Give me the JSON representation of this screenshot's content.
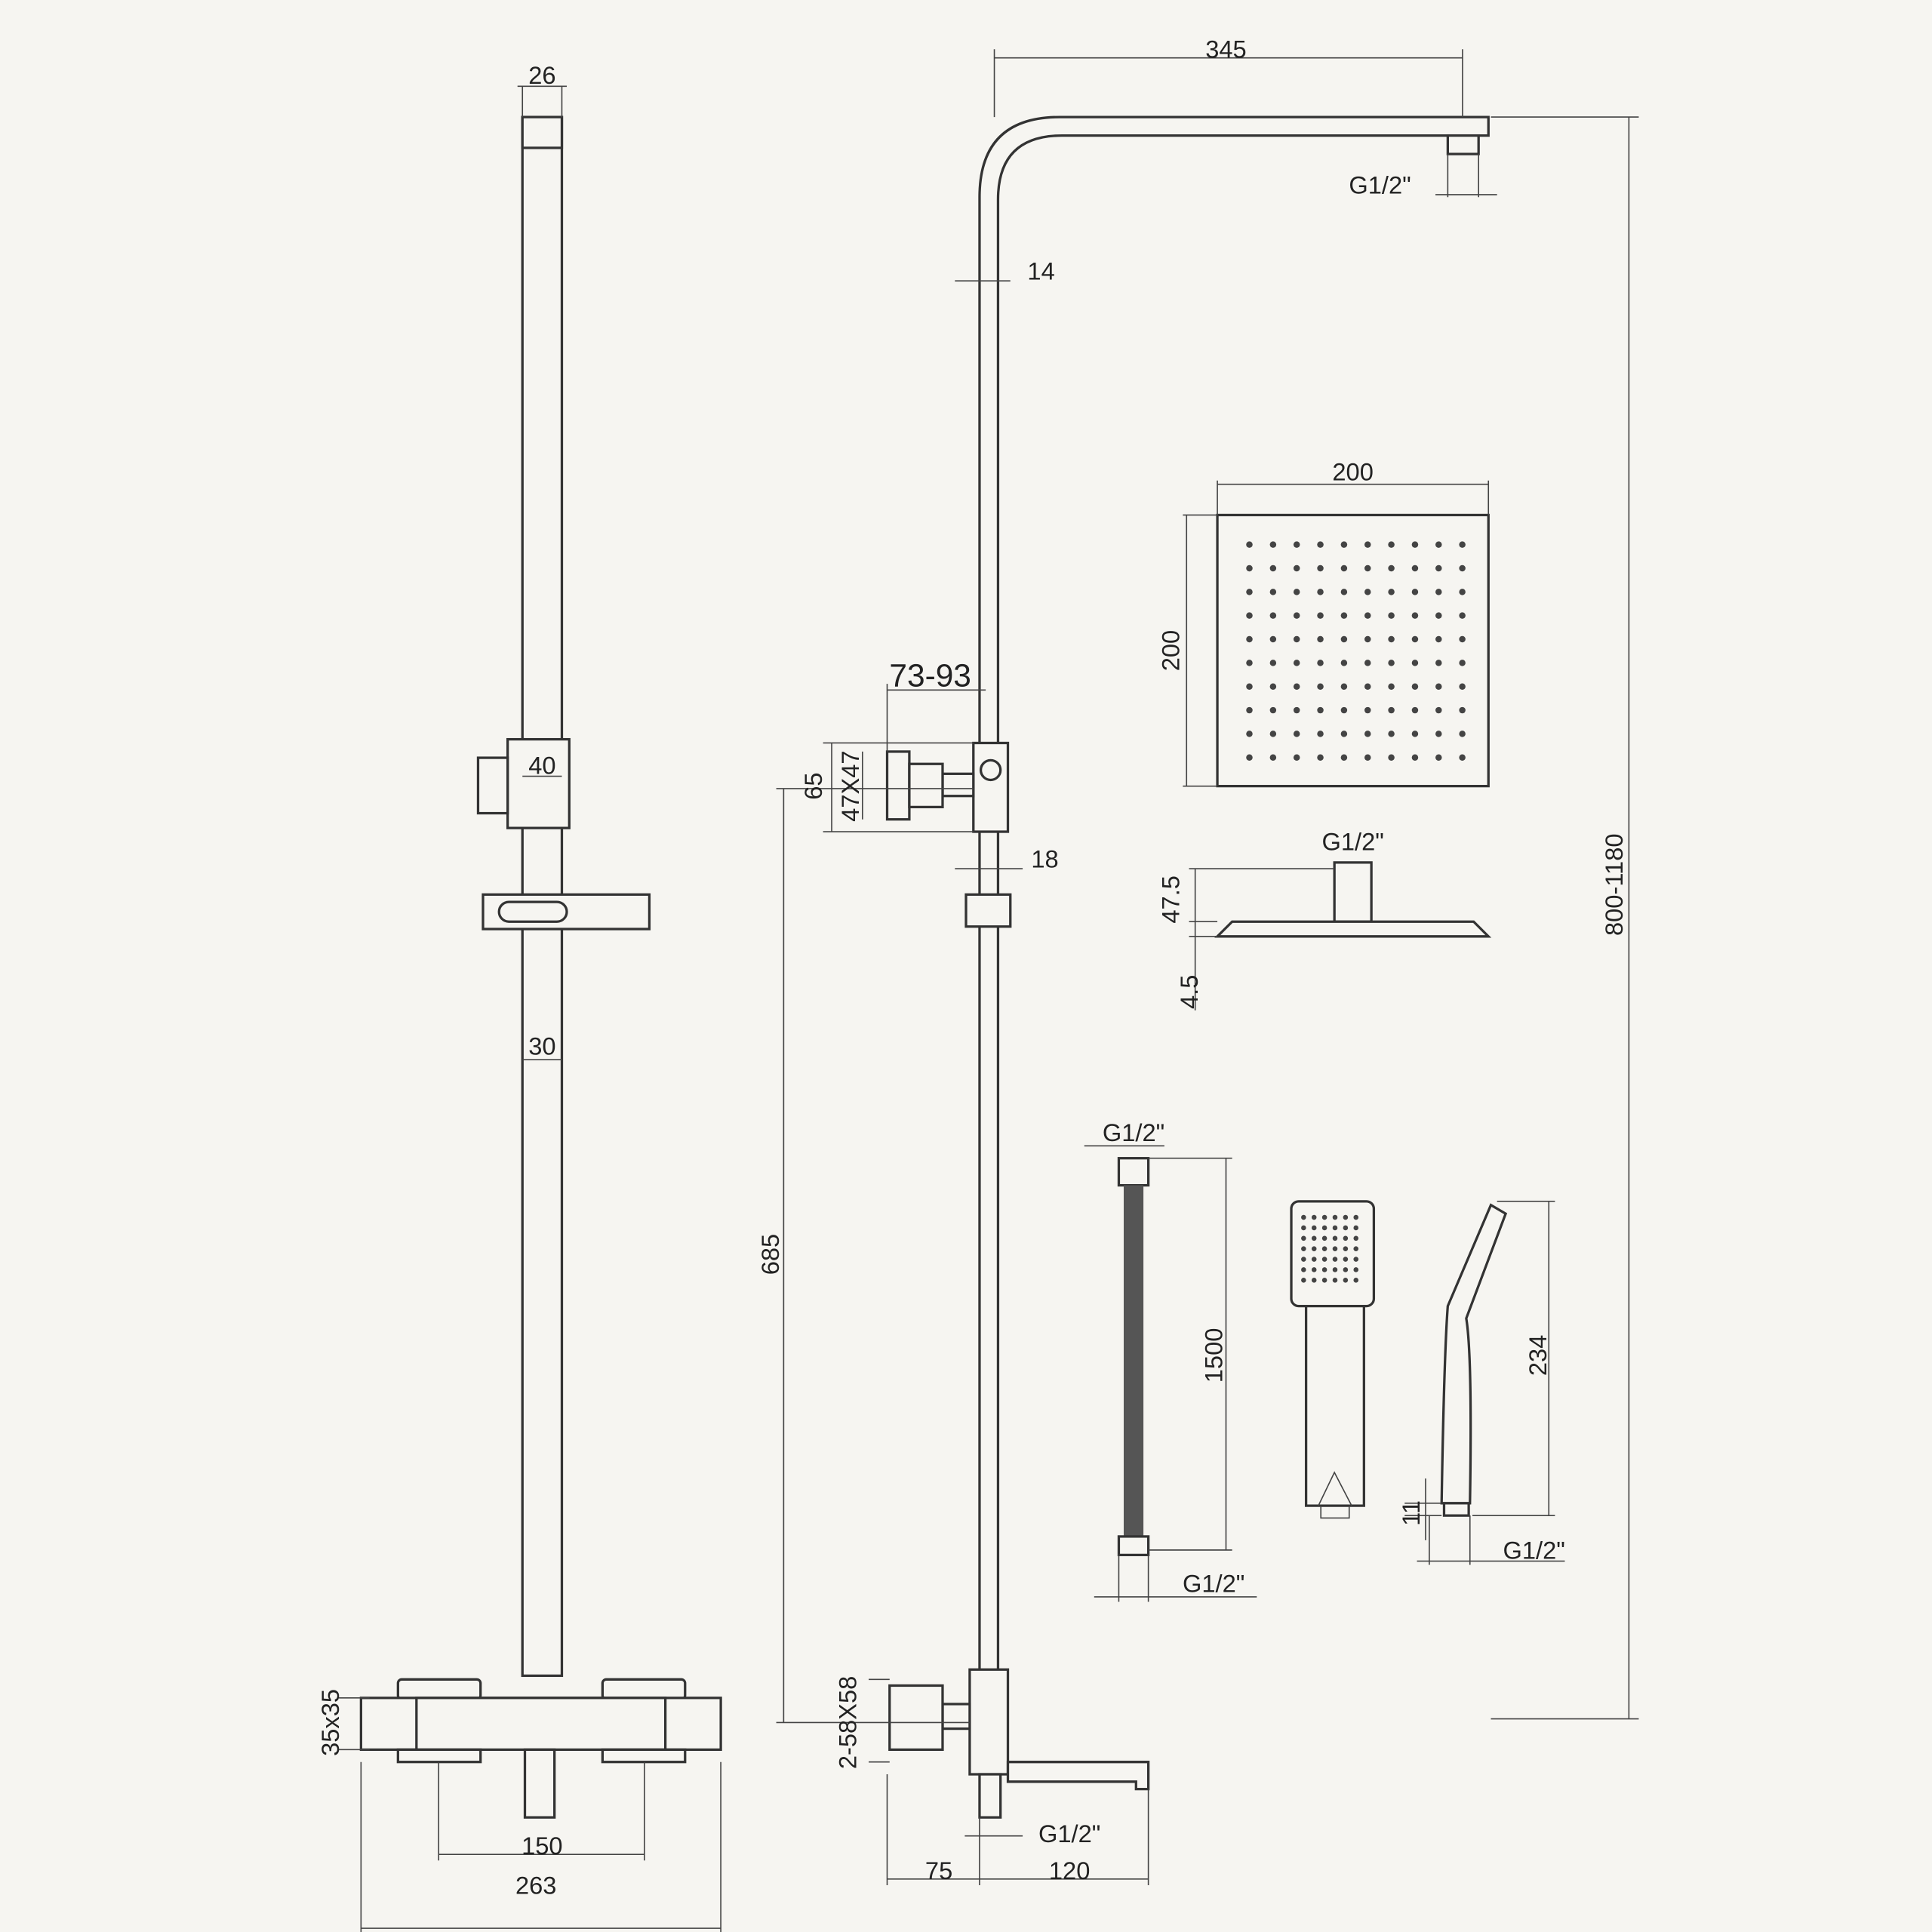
{
  "left_view": {
    "top_width": "26",
    "diverter_width": "40",
    "pipe_width": "30",
    "body_section": "35x35",
    "inlet_spacing": "150",
    "body_width": "263"
  },
  "middle_view": {
    "arm_length": "345",
    "arm_thread": "G1/2\"",
    "pipe_diameter": "14",
    "wall_offset": "73-93",
    "bracket_offset": "65",
    "bracket_size": "47X47",
    "slider_width": "18",
    "lower_height": "685",
    "bottom_bracket": "2-58X58",
    "outlet_thread": "G1/2\"",
    "wall_depth": "75",
    "spout_length": "120",
    "total_height": "800-1180"
  },
  "head_shower": {
    "width": "200",
    "height": "200",
    "thread": "G1/2\"",
    "thickness": "47.5",
    "plate": "4.5"
  },
  "hose": {
    "top_thread": "G1/2\"",
    "length": "1500",
    "bottom_thread": "G1/2\""
  },
  "hand_shower": {
    "length": "234",
    "neck": "11",
    "thread": "G1/2\""
  }
}
